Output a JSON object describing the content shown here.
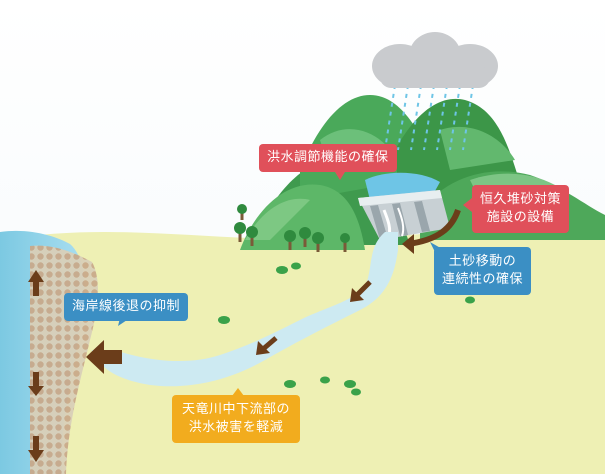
{
  "labels": {
    "flood_control": "洪水調節機能の確保",
    "sediment_facility": [
      "恒久堆砂対策",
      "施設の設備"
    ],
    "sediment_continuity": [
      "土砂移動の",
      "連続性の確保"
    ],
    "coast_erosion": "海岸線後退の抑制",
    "flood_reduction": [
      "天竜川中下流部の",
      "洪水被害を軽減"
    ]
  },
  "colors": {
    "label_red": "#e0505a",
    "label_blue": "#3b8fc4",
    "label_yellow": "#f2ac1e",
    "arrow_brown": "#6b3d1a",
    "sea": "#8fd2e6",
    "land": "#eef0b4",
    "river": "#cdeaf2"
  },
  "icons": [
    "rain-cloud-icon",
    "dam-icon",
    "tree-icon",
    "arrow-icon"
  ]
}
